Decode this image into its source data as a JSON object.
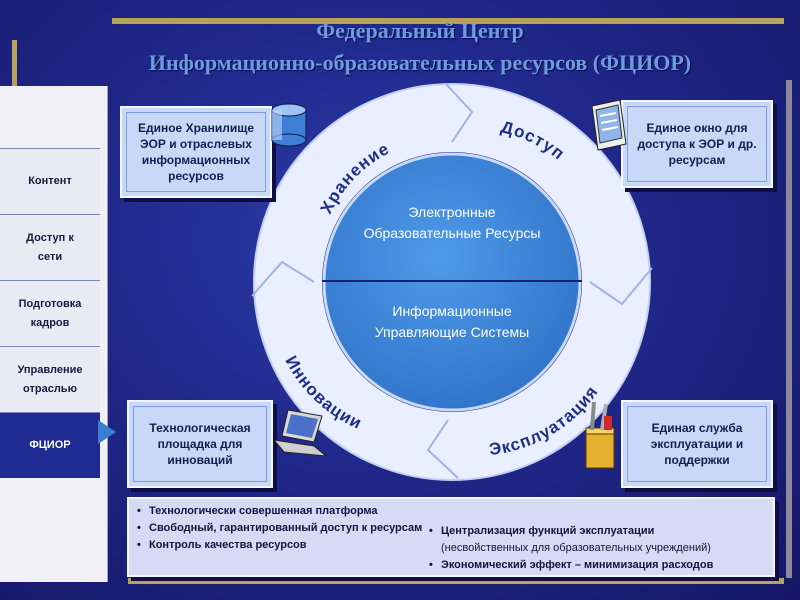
{
  "title": {
    "line1": "Федеральный Центр",
    "line2": "Информационно-образовательных ресурсов (ФЦИОР)"
  },
  "sidebar": {
    "items": [
      {
        "label": "Контент"
      },
      {
        "label": "Доступ к сети"
      },
      {
        "label": "Подготовка кадров"
      },
      {
        "label": "Управление отраслью"
      },
      {
        "label": "ФЦИОР"
      }
    ]
  },
  "boxes": {
    "top_left": "Единое Хранилище ЭОР и отраслевых информационных ресурсов",
    "top_right": "Единое окно для доступа к ЭОР и др. ресурсам",
    "bottom_left": "Технологическая площадка для инноваций",
    "bottom_right": "Единая служба эксплуатации и поддержки"
  },
  "ring": {
    "labels": [
      "Хранение",
      "Доступ",
      "Инновации",
      "Эксплуатация"
    ],
    "center_top": "Электронные Образовательные Ресурсы",
    "center_bottom": "Информационные Управляющие Системы"
  },
  "bottom": {
    "left_items": [
      "Технологически совершенная платформа",
      "Свободный, гарантированный доступ к ресурсам",
      "Контроль качества ресурсов"
    ],
    "right_items": [
      {
        "main": "Централизация функций эксплуатации",
        "sub": "(несвойственных для образовательных учреждений)"
      },
      {
        "main": "Экономический эффект – минимизация расходов",
        "sub": ""
      }
    ]
  },
  "colors": {
    "background": "#1f2789",
    "ring": "#eef3ff",
    "center": "#3a86d8",
    "box": "#c8d8f6",
    "title": "#6e9be0",
    "sidebar_active": "#1f2a92"
  },
  "icons": [
    "database-icon",
    "document-window-icon",
    "laptop-icon",
    "toolbox-icon"
  ]
}
